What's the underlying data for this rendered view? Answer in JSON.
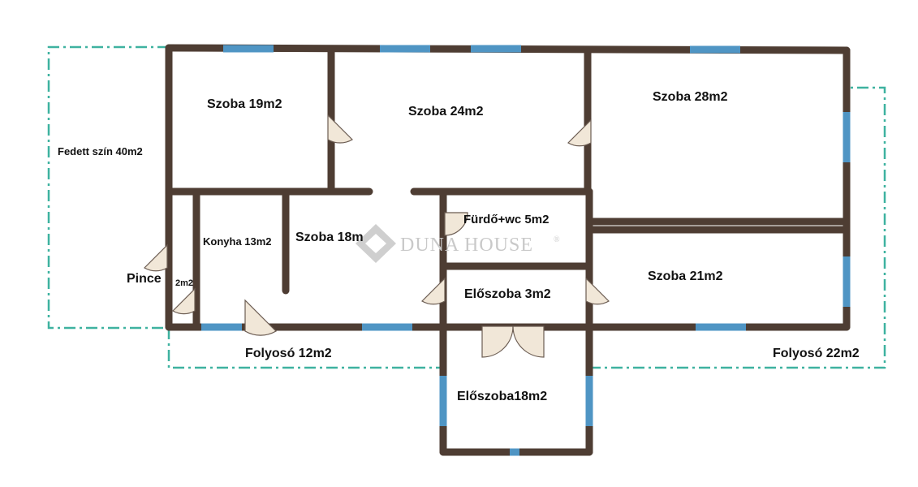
{
  "floorplan": {
    "rooms": {
      "szoba19": "Szoba 19m2",
      "szoba24": "Szoba 24m2",
      "szoba28": "Szoba 28m2",
      "fedett": "Fedett szín 40m2",
      "furdo": "Fürdő+wc 5m2",
      "konyha": "Konyha 13m2",
      "szoba18": "Szoba 18m",
      "szoba21": "Szoba 21m2",
      "pince": "Pince",
      "pince_area": "2m2",
      "eloszoba3": "Előszoba 3m2",
      "folyoso12": "Folyosó 12m2",
      "folyoso22": "Folyosó 22m2",
      "eloszoba18": "Előszoba18m2"
    },
    "watermark": {
      "text": "DUNA HOUSE",
      "mark": "®"
    }
  },
  "colors": {
    "wall": "#4e3d33",
    "window": "#4f95c4",
    "covered_outline": "#3eb2a0",
    "door_fill": "#f1e7d8",
    "door_stroke": "#6b5c52"
  }
}
